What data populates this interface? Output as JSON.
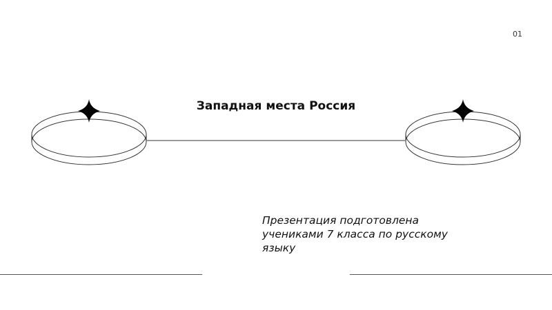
{
  "slide": {
    "page_number": "01",
    "title": "Западная места Россия",
    "subtitle": "Презентация подготовлена учениками 7 класса по русскому языку"
  },
  "decor": {
    "line_color": "#333333",
    "star_color": "#000000",
    "icons": [
      "ring-ellipse-left",
      "sparkle-star-left",
      "connector-line",
      "ring-ellipse-right",
      "sparkle-star-right",
      "bottom-rule-left",
      "bottom-rule-right"
    ]
  }
}
